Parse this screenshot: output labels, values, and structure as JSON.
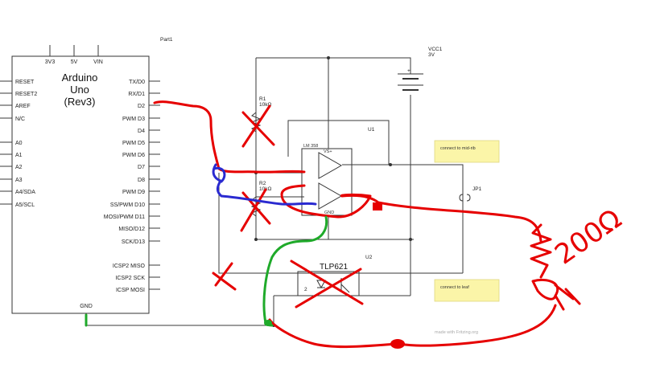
{
  "part1_label": "Part1",
  "arduino": {
    "title_lines": [
      "Arduino",
      "Uno",
      "(Rev3)"
    ],
    "top_pins": [
      "3V3",
      "5V",
      "VIN"
    ],
    "left_pins": [
      "RESET",
      "RESET2",
      "AREF",
      "N/C",
      "A0",
      "A1",
      "A2",
      "A3",
      "A4/SDA",
      "A5/SCL"
    ],
    "right_pins": [
      "TX/D0",
      "RX/D1",
      "D2",
      "PWM D3",
      "D4",
      "PWM D5",
      "PWM D6",
      "D7",
      "D8",
      "PWM D9",
      "SS/PWM D10",
      "MOSI/PWM D11",
      "MISO/D12",
      "SCK/D13",
      "ICSP2 MISO",
      "ICSP2 SCK",
      "ICSP MOSI"
    ],
    "bottom_pin": "GND"
  },
  "vcc": {
    "name": "VCC1",
    "voltage": "3V",
    "plus": "+"
  },
  "r1": {
    "name": "R1",
    "value": "10kΩ"
  },
  "r2": {
    "name": "R2",
    "value": "10kΩ"
  },
  "u1": {
    "name": "U1",
    "part": "LM 358",
    "gnd": "GND",
    "vs": "VS+"
  },
  "u2": {
    "name": "U2",
    "part": "TLP621",
    "pin2": "2"
  },
  "jp1": {
    "name": "JP1"
  },
  "notes": {
    "top": "connect to mid-rib",
    "bottom": "connect to leaf"
  },
  "watermark": "made with Fritzing.org",
  "handwriting": "200Ω"
}
